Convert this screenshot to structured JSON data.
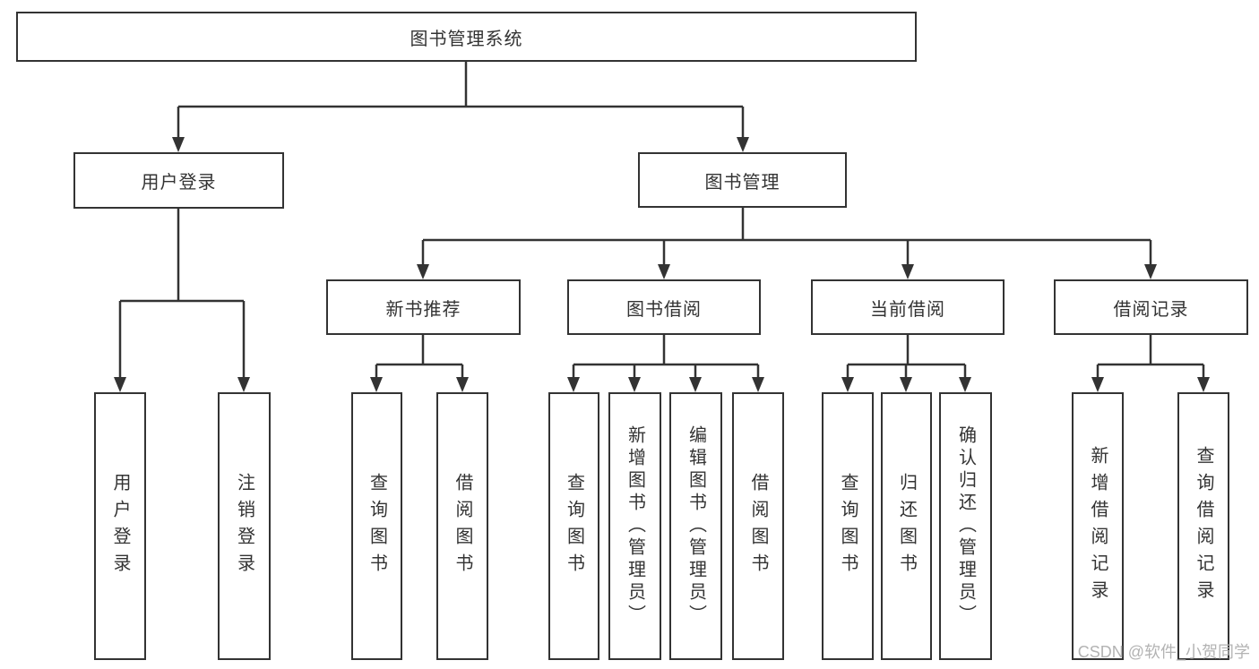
{
  "diagram": {
    "type": "hierarchy-tree",
    "root": {
      "label": "图书管理系统"
    },
    "children": [
      {
        "label": "用户登录",
        "children": [
          {
            "label": "用户登录"
          },
          {
            "label": "注销登录"
          }
        ]
      },
      {
        "label": "图书管理",
        "children": [
          {
            "label": "新书推荐",
            "children": [
              {
                "label": "查询图书"
              },
              {
                "label": "借阅图书"
              }
            ]
          },
          {
            "label": "图书借阅",
            "children": [
              {
                "label": "查询图书"
              },
              {
                "label": "新增图书（管理员）"
              },
              {
                "label": "编辑图书（管理员）"
              },
              {
                "label": "借阅图书"
              }
            ]
          },
          {
            "label": "当前借阅",
            "children": [
              {
                "label": "查询图书"
              },
              {
                "label": "归还图书"
              },
              {
                "label": "确认归还（管理员）"
              }
            ]
          },
          {
            "label": "借阅记录",
            "children": [
              {
                "label": "新增借阅记录"
              },
              {
                "label": "查询借阅记录"
              }
            ]
          }
        ]
      }
    ]
  },
  "watermark": {
    "text": "CSDN @软件_小贺同学"
  },
  "colors": {
    "line": "#333333",
    "box_background": "#ffffff",
    "background": "#ffffff",
    "watermark": "#b3b3b3"
  }
}
